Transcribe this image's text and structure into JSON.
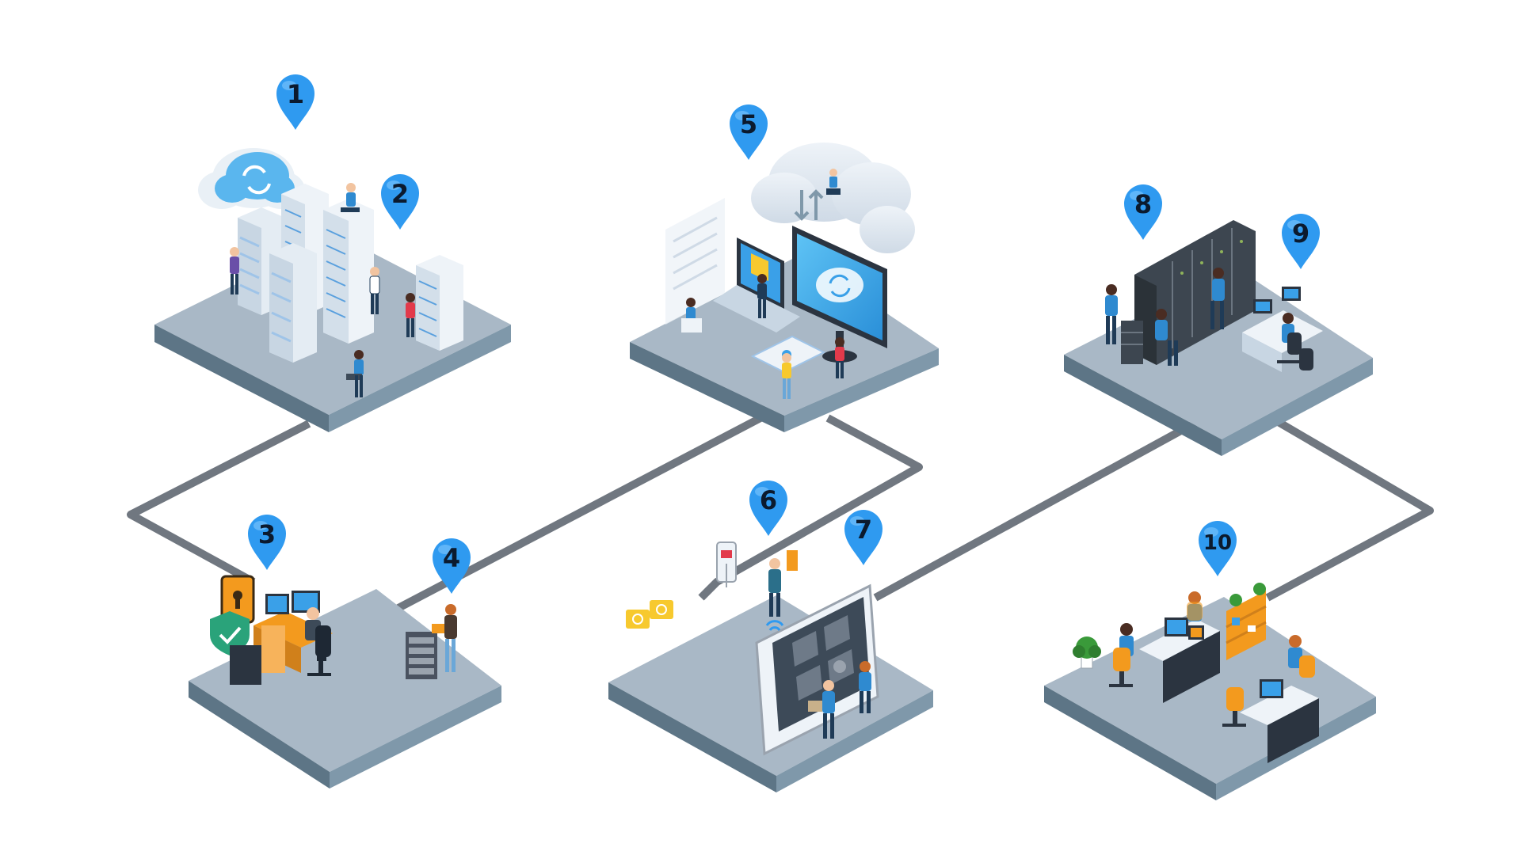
{
  "pins": [
    {
      "label": "1"
    },
    {
      "label": "2"
    },
    {
      "label": "3"
    },
    {
      "label": "4"
    },
    {
      "label": "5"
    },
    {
      "label": "6"
    },
    {
      "label": "7"
    },
    {
      "label": "8"
    },
    {
      "label": "9"
    },
    {
      "label": "10"
    }
  ],
  "stations": [
    {
      "id": "cloud-data-center",
      "icon": "cloud-server-icon"
    },
    {
      "id": "security-workstation",
      "icon": "security-shield-icon"
    },
    {
      "id": "cloud-devices",
      "icon": "cloud-sync-monitor-icon"
    },
    {
      "id": "mobile-maintenance",
      "icon": "tablet-maintenance-icon"
    },
    {
      "id": "server-room",
      "icon": "server-rack-icon"
    },
    {
      "id": "office-team",
      "icon": "office-desk-icon"
    }
  ],
  "colors": {
    "platform_top": "#a9b8c6",
    "platform_left": "#5d7586",
    "platform_right": "#7f98aa",
    "connector": "#707780",
    "pin_fill": "#2f9af0",
    "pin_label": "#0b1a2e",
    "accent_orange": "#f39a1e",
    "accent_yellow": "#f7c92e",
    "screen_blue": "#3aa0e8"
  }
}
